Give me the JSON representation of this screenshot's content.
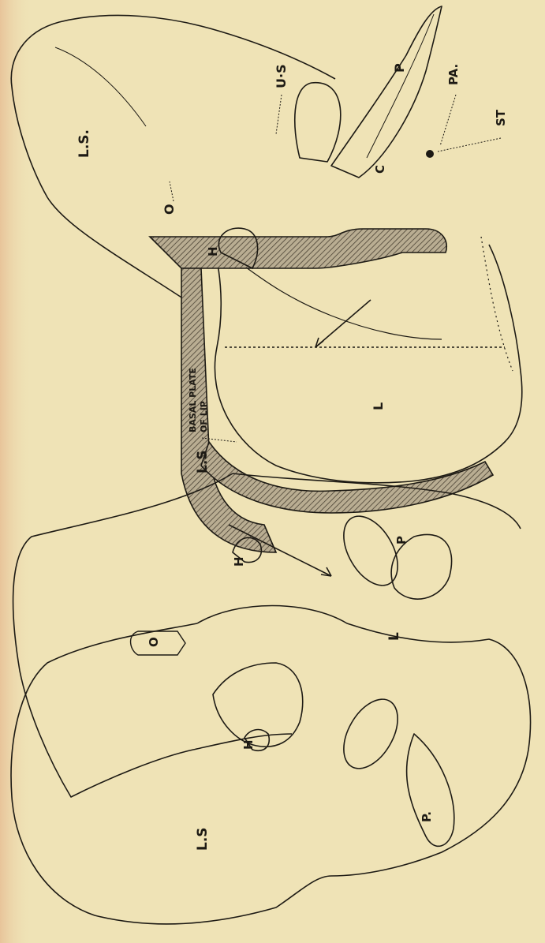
{
  "colors": {
    "paper": "#efe3b6",
    "paper_edge": "#e6c69a",
    "ink": "#1d1a14",
    "hatch": "#7a6f5a"
  },
  "upper_figure": {
    "labels": {
      "ls": "L.S.",
      "o": "O",
      "us": "U·S",
      "p": "P",
      "pa": "PA.",
      "st": "ST",
      "c": "C",
      "h": "H",
      "l": "L",
      "basal_line1": "BASAL PLATE",
      "basal_line2": "OF LIP"
    }
  },
  "lower_figure": {
    "labels": {
      "ls_top": "L.S",
      "p_top": "P",
      "h_top": "H",
      "o": "O",
      "l": "L",
      "h_bottom": "H",
      "p_bottom": "P.",
      "ls_bottom": "L.S"
    }
  }
}
